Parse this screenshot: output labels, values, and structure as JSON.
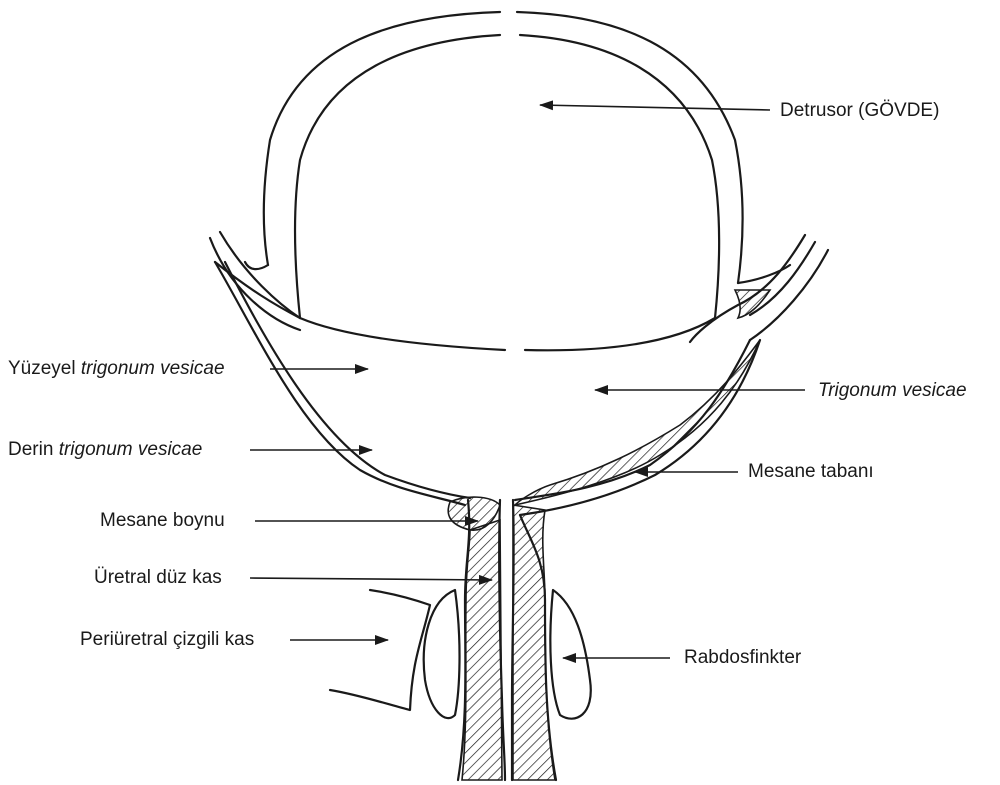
{
  "labels": {
    "detrusor": "Detrusor (GÖVDE)",
    "yuzeyel_prefix": "Yüzeyel",
    "yuzeyel_italic": "trigonum vesicae",
    "derin_prefix": "Derin",
    "derin_italic": "trigonum vesicae",
    "trigonum": "Trigonum vesicae",
    "mesane_tabani": "Mesane tabanı",
    "mesane_boynu": "Mesane boynu",
    "uretral_duz_kas": "Üretral düz kas",
    "periuretral_cizgili_kas": "Periüretral çizgili kas",
    "rabdosfinkter": "Rabdosfinkter"
  },
  "colors": {
    "ink": "#1a1a1a",
    "background": "#ffffff"
  }
}
